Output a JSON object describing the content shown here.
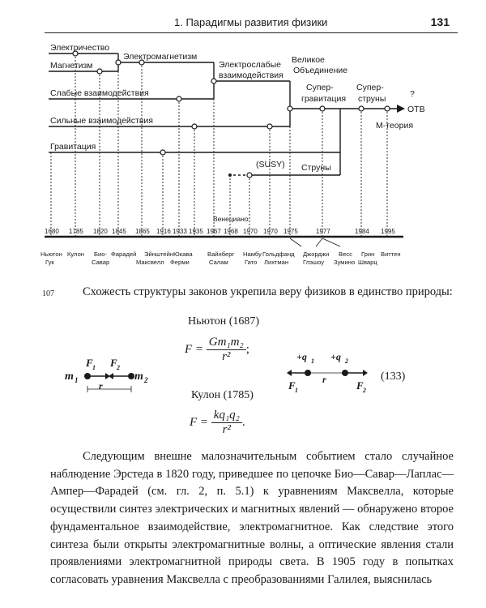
{
  "header": {
    "title": "1. Парадигмы развития физики",
    "page_number": "131"
  },
  "diagram": {
    "labels": {
      "electricity": "Электричество",
      "magnetism": "Магнетизм",
      "weak": "Слабые взаимодействия",
      "strong": "Сильные взаимодействия",
      "gravity": "Гравитация",
      "electromagnetism": "Электромагнетизм",
      "electroweak_1": "Электрослабые",
      "electroweak_2": "взаимодействия",
      "grand_1": "Великое",
      "grand_2": "Объединение",
      "supergravity_1": "Супер-",
      "supergravity_2": "гравитация",
      "superstrings_1": "Супер-",
      "superstrings_2": "струны",
      "question": "?",
      "toe": "ОТВ",
      "mtheory": "М-теория",
      "susy": "(SUSY)",
      "strings": "Струны",
      "veneziano": "Венециано"
    },
    "years": [
      "1680",
      "1785",
      "1820",
      "1845",
      "1865",
      "1916",
      "1933",
      "1935",
      "1967",
      "1968",
      "1970",
      "1970",
      "1975",
      "1977",
      "1984",
      "1995"
    ],
    "names_row1": [
      "Ньютон",
      "Кулон",
      "Био-",
      "Фарадей",
      "Эйнштейн",
      "Юкава",
      "Вайнберг",
      "Намбу",
      "Гольдфанд",
      "Джорджи",
      "Весс",
      "Грин",
      "Виттен"
    ],
    "names_row2": [
      "Гук",
      "Савар",
      "Максвелл",
      "Ферми",
      "Салам",
      "Гато",
      "Лихтман",
      "Глэшоу",
      "Зумино",
      "Шварц"
    ]
  },
  "paragraph_number": "107",
  "intro_text": "Схожесть структуры законов укрепила веру физиков в единство природы:",
  "newton": {
    "label": "Ньютон (1687)",
    "lhs": "F =",
    "numerator": "Gm₁m₂",
    "denominator": "r²",
    "tail": ";",
    "m1": "m",
    "m1_sub": "1",
    "m2": "m",
    "m2_sub": "2",
    "f1": "F",
    "f1_sub": "1",
    "f2": "F",
    "f2_sub": "2",
    "r": "r"
  },
  "coulomb": {
    "label": "Кулон (1785)",
    "lhs": "F =",
    "numerator": "kq₁q₂",
    "denominator": "r²",
    "tail": ".",
    "q1": "+q",
    "q1_sub": "1",
    "q2": "+q",
    "q2_sub": "2",
    "f1": "F",
    "f1_sub": "1",
    "f2": "F",
    "f2_sub": "2",
    "r": "r"
  },
  "equation_number": "(133)",
  "body_text": "Следующим внешне малозначительным событием стало случайное наблюдение Эрстеда в 1820 году, приведшее по цепочке Био—Савар—Лаплас—Ампер—Фарадей (см. гл. 2, п. 5.1) к уравнениям Максвелла, которые осуществили синтез электрических и магнитных явлений — обнаружено второе фундаментальное взаимодействие, электромагнитное. Как следствие этого синтеза были открыты электромагнитные волны, а оптические явления стали проявлениями электромагнитной природы света. В 1905 году в попытках согласовать уравнения Максвелла с преобразованиями Галилея, выяснилась"
}
